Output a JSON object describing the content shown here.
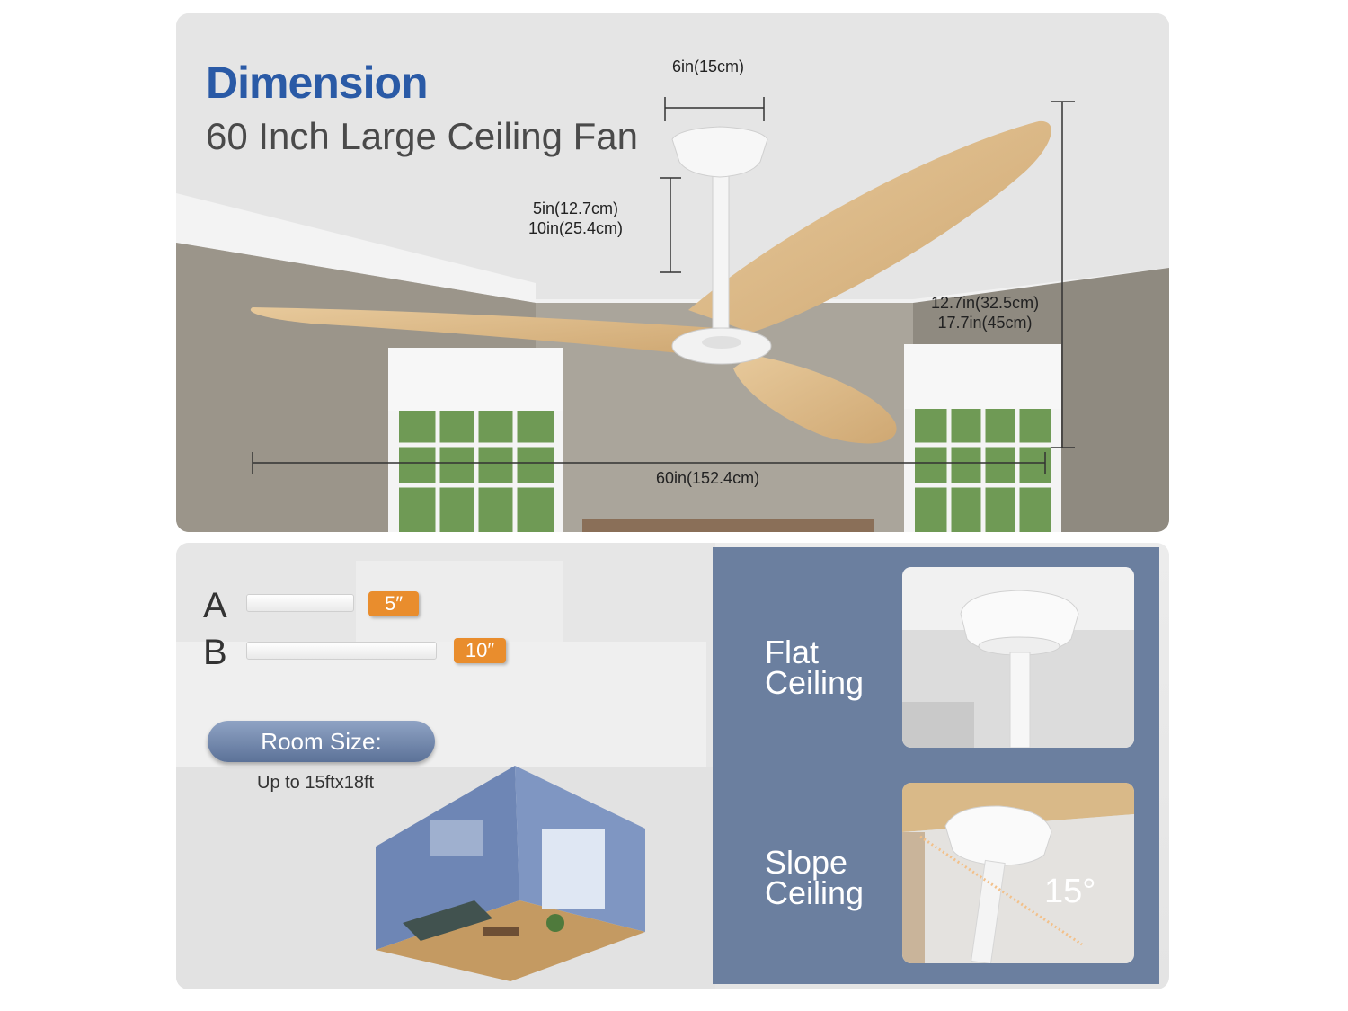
{
  "dimension": {
    "title": "Dimension",
    "subtitle": "60 Inch Large Ceiling Fan",
    "canopy_width": "6in(15cm)",
    "downrod_line1": "5in(12.7cm)",
    "downrod_line2": "10in(25.4cm)",
    "height_line1": "12.7in(32.5cm)",
    "height_line2": "17.7in(45cm)",
    "span": "60in(152.4cm)"
  },
  "downrods": {
    "a_label": "A",
    "a_value": "5″",
    "b_label": "B",
    "b_value": "10″"
  },
  "room": {
    "button_label": "Room Size:",
    "text": "Up to 15ftx18ft"
  },
  "mounting": {
    "flat_line1": "Flat",
    "flat_line2": "Ceiling",
    "slope_line1": "Slope",
    "slope_line2": "Ceiling",
    "slope_angle": "15°"
  },
  "colors": {
    "title_blue": "#2a5aa6",
    "badge_orange": "#e98d2d",
    "mount_panel": "#6b7f9f",
    "wood": "#d9b988"
  }
}
